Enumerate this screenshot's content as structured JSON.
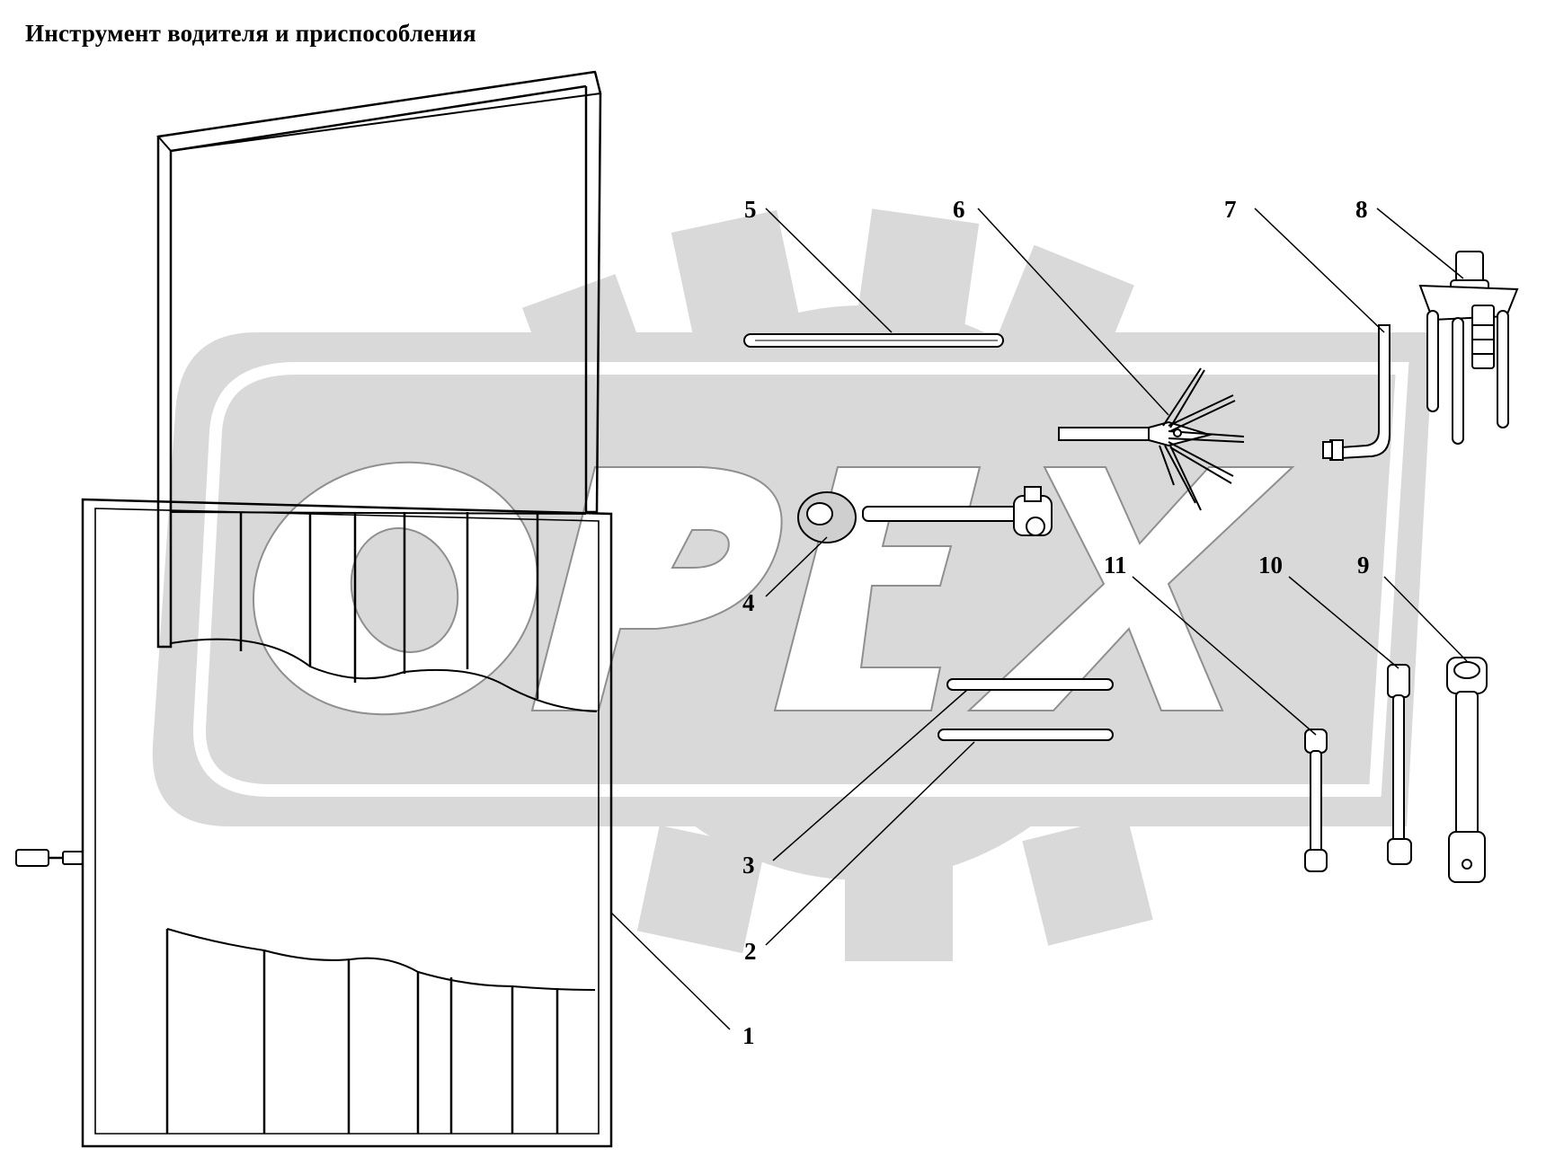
{
  "title": "Инструмент водителя и приспособления",
  "watermark": {
    "text": "OPEX",
    "color": "#d9d9d9"
  },
  "callouts": [
    "1",
    "2",
    "3",
    "4",
    "5",
    "6",
    "7",
    "8",
    "9",
    "10",
    "11"
  ]
}
